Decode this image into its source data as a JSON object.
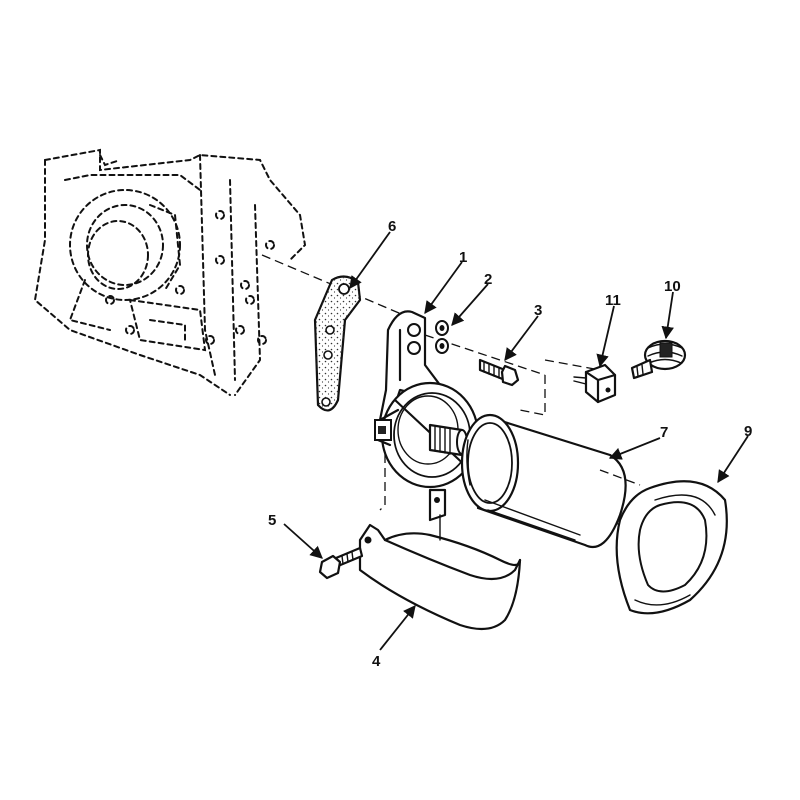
{
  "callouts": {
    "c1": "1",
    "c2": "2",
    "c3": "3",
    "c4": "4",
    "c5": "5",
    "c6": "6",
    "c7": "7",
    "c9": "9",
    "c10": "10",
    "c11": "11"
  }
}
